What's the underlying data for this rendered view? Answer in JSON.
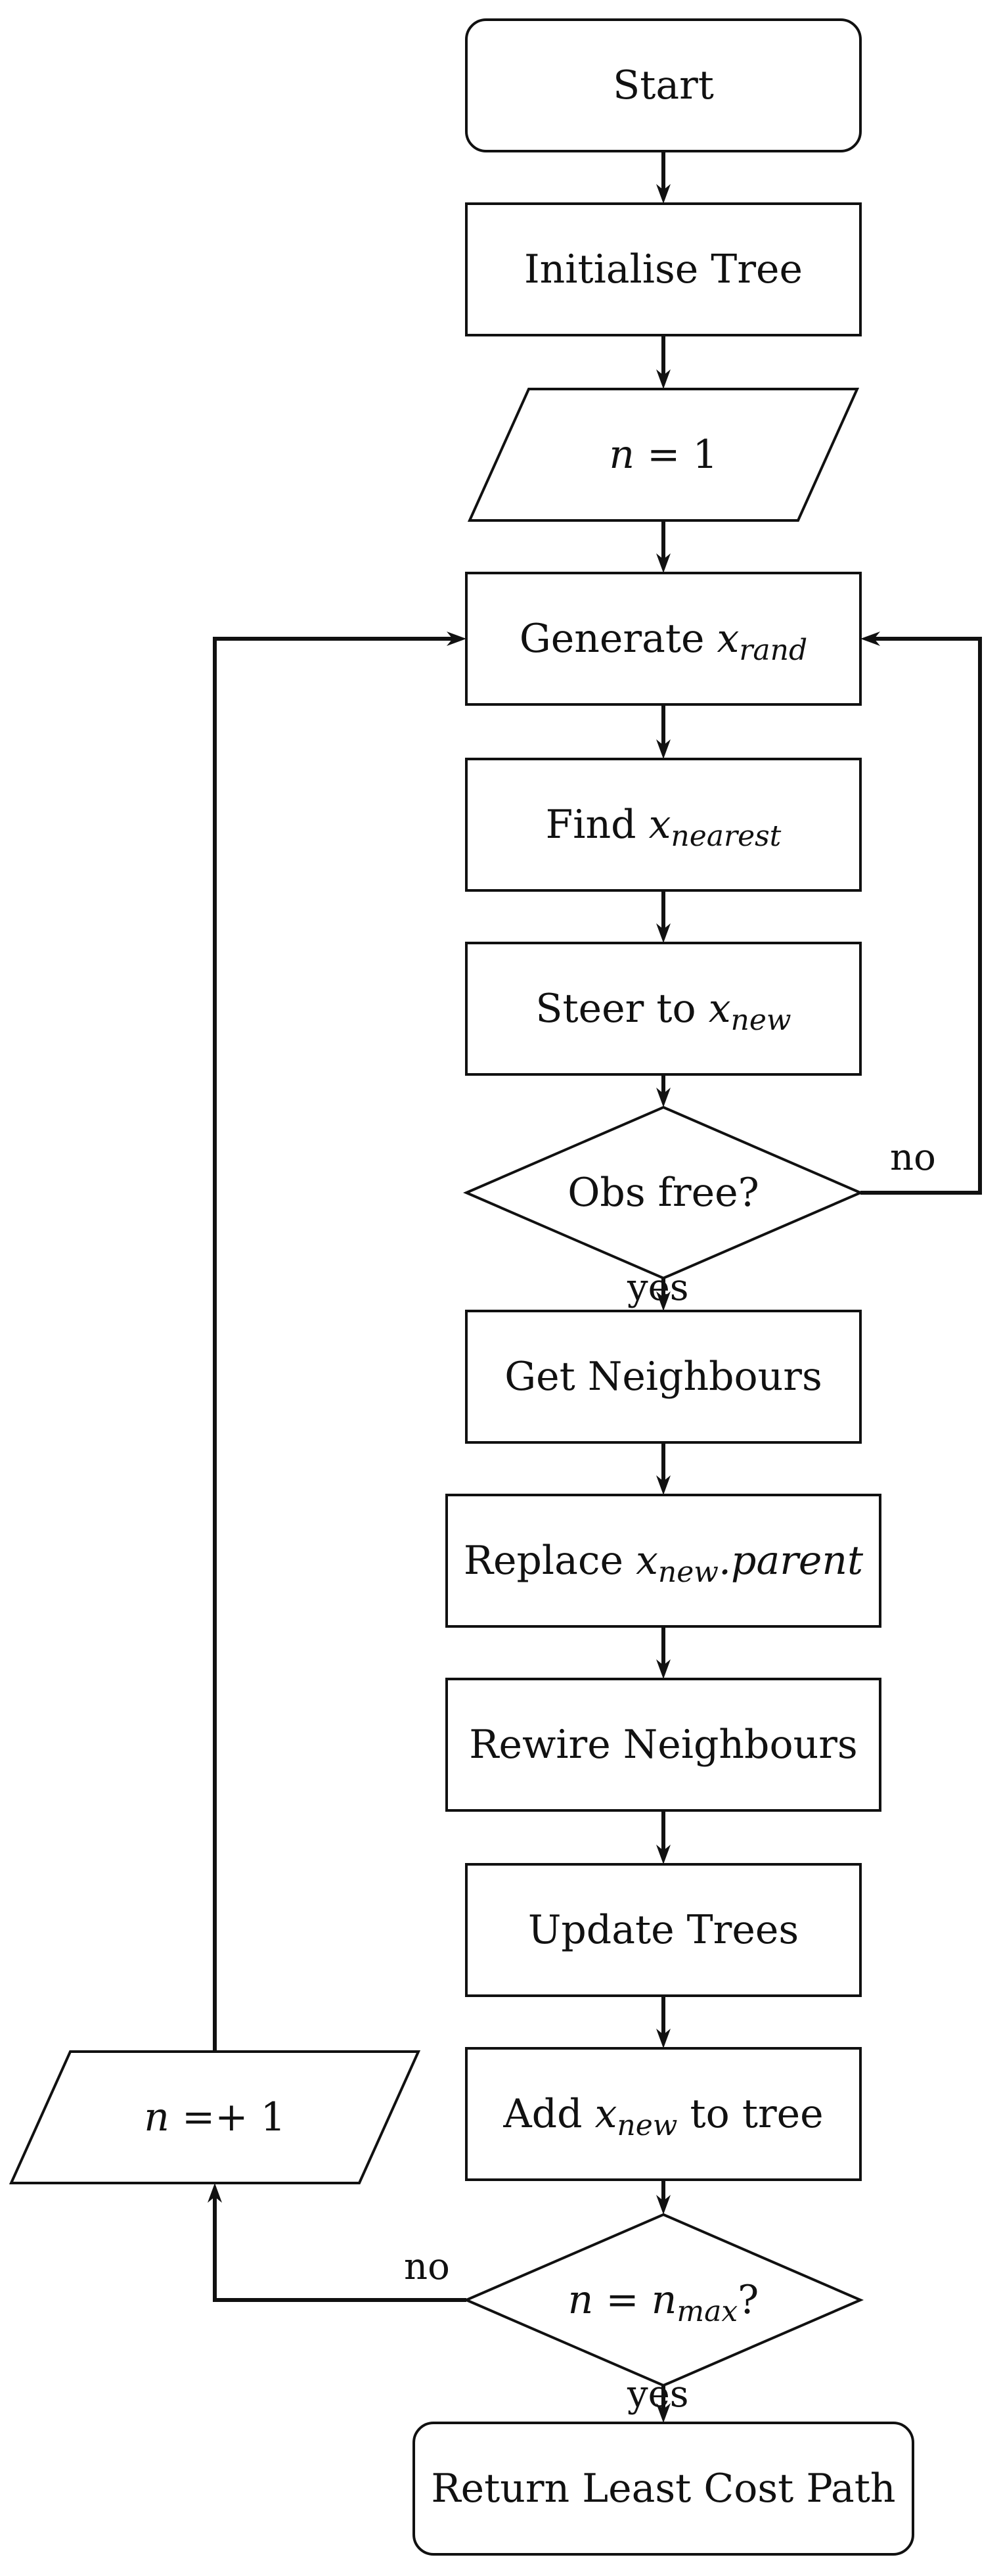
{
  "flowchart": {
    "nodes": [
      {
        "id": "start",
        "shape": "rounded",
        "parts": [
          {
            "t": "Start"
          }
        ]
      },
      {
        "id": "init",
        "shape": "rect",
        "parts": [
          {
            "t": "Initialise Tree"
          }
        ]
      },
      {
        "id": "n-init",
        "shape": "parallelogram",
        "parts": [
          {
            "t": "n",
            "i": true
          },
          {
            "t": " = 1"
          }
        ]
      },
      {
        "id": "gen",
        "shape": "rect",
        "parts": [
          {
            "t": "Generate "
          },
          {
            "t": "x",
            "i": true
          },
          {
            "t": "rand",
            "i": true,
            "sub": true
          }
        ]
      },
      {
        "id": "find",
        "shape": "rect",
        "parts": [
          {
            "t": "Find "
          },
          {
            "t": "x",
            "i": true
          },
          {
            "t": "nearest",
            "i": true,
            "sub": true
          }
        ]
      },
      {
        "id": "steer",
        "shape": "rect",
        "parts": [
          {
            "t": "Steer to "
          },
          {
            "t": "x",
            "i": true
          },
          {
            "t": "new",
            "i": true,
            "sub": true
          }
        ]
      },
      {
        "id": "obs",
        "shape": "diamond",
        "parts": [
          {
            "t": "Obs free?"
          }
        ]
      },
      {
        "id": "neigh",
        "shape": "rect",
        "parts": [
          {
            "t": "Get Neighbours"
          }
        ]
      },
      {
        "id": "replace",
        "shape": "rect",
        "parts": [
          {
            "t": "Replace "
          },
          {
            "t": "x",
            "i": true
          },
          {
            "t": "new",
            "i": true,
            "sub": true
          },
          {
            "t": ".parent",
            "i": true
          }
        ]
      },
      {
        "id": "rewire",
        "shape": "rect",
        "parts": [
          {
            "t": "Rewire Neighbours"
          }
        ]
      },
      {
        "id": "update",
        "shape": "rect",
        "parts": [
          {
            "t": "Update Trees"
          }
        ]
      },
      {
        "id": "add",
        "shape": "rect",
        "parts": [
          {
            "t": "Add "
          },
          {
            "t": "x",
            "i": true
          },
          {
            "t": "new",
            "i": true,
            "sub": true
          },
          {
            "t": " to tree"
          }
        ]
      },
      {
        "id": "nmax",
        "shape": "diamond",
        "parts": [
          {
            "t": "n",
            "i": true
          },
          {
            "t": " = "
          },
          {
            "t": "n",
            "i": true
          },
          {
            "t": "max",
            "i": true,
            "sub": true
          },
          {
            "t": "?"
          }
        ]
      },
      {
        "id": "result",
        "shape": "rounded",
        "parts": [
          {
            "t": "Return Least Cost Path"
          }
        ]
      },
      {
        "id": "inc",
        "shape": "parallelogram",
        "parts": [
          {
            "t": "n",
            "i": true
          },
          {
            "t": " =+ 1"
          }
        ]
      }
    ],
    "edges": [
      {
        "from": "start",
        "to": "init"
      },
      {
        "from": "init",
        "to": "n-init"
      },
      {
        "from": "n-init",
        "to": "gen"
      },
      {
        "from": "gen",
        "to": "find"
      },
      {
        "from": "find",
        "to": "steer"
      },
      {
        "from": "steer",
        "to": "obs"
      },
      {
        "from": "obs",
        "to": "neigh",
        "label": "yes"
      },
      {
        "from": "obs",
        "to": "gen",
        "label": "no"
      },
      {
        "from": "neigh",
        "to": "replace"
      },
      {
        "from": "replace",
        "to": "rewire"
      },
      {
        "from": "rewire",
        "to": "update"
      },
      {
        "from": "update",
        "to": "add"
      },
      {
        "from": "add",
        "to": "nmax"
      },
      {
        "from": "nmax",
        "to": "result",
        "label": "yes"
      },
      {
        "from": "nmax",
        "to": "inc",
        "label": "no"
      },
      {
        "from": "inc",
        "to": "gen"
      }
    ]
  }
}
